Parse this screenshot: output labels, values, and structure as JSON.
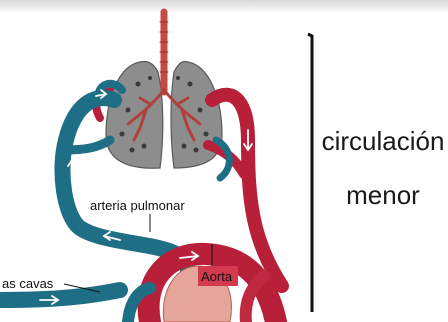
{
  "labels": {
    "pulmonary_artery": "arteria pulmonar",
    "aorta": "Aorta",
    "venae_cavae": "as cavas"
  },
  "heading": {
    "line1": "circulación",
    "line2": "menor"
  },
  "colors": {
    "venous": "#1e6e85",
    "arterial": "#b8203a",
    "lungs": "#8c8c8c",
    "heart": "#e6a59a",
    "bronchi": "#b0403a"
  }
}
